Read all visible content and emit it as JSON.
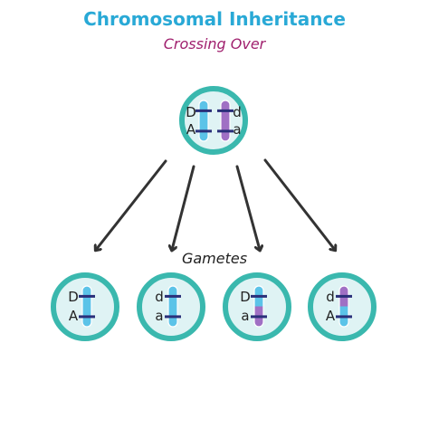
{
  "title": "Chromosomal Inheritance",
  "subtitle": "Crossing Over",
  "gametes_label": "Gametes",
  "colors": {
    "title": "#29a9d6",
    "subtitle": "#a0206e",
    "cell_fill": "#dff3f4",
    "cell_ring": "#3ab8ae",
    "chromosome_blue": "#5bc3e8",
    "chromosome_purple": "#a070c4",
    "band": "#2a2f7a",
    "arrow": "#333333",
    "allele_text": "#222222"
  },
  "parent_cell": {
    "left_alleles": [
      "D",
      "A"
    ],
    "right_alleles": [
      "d",
      "a"
    ],
    "chromosomes": [
      {
        "top": "blue",
        "bottom": "blue"
      },
      {
        "top": "purple",
        "bottom": "purple"
      }
    ]
  },
  "gametes": [
    {
      "alleles": [
        "D",
        "A"
      ],
      "top": "blue",
      "bottom": "blue"
    },
    {
      "alleles": [
        "d",
        "a"
      ],
      "top": "blue",
      "bottom": "blue"
    },
    {
      "alleles": [
        "D",
        "a"
      ],
      "top": "blue",
      "bottom": "purple"
    },
    {
      "alleles": [
        "d",
        "A"
      ],
      "top": "purple",
      "bottom": "blue"
    }
  ]
}
